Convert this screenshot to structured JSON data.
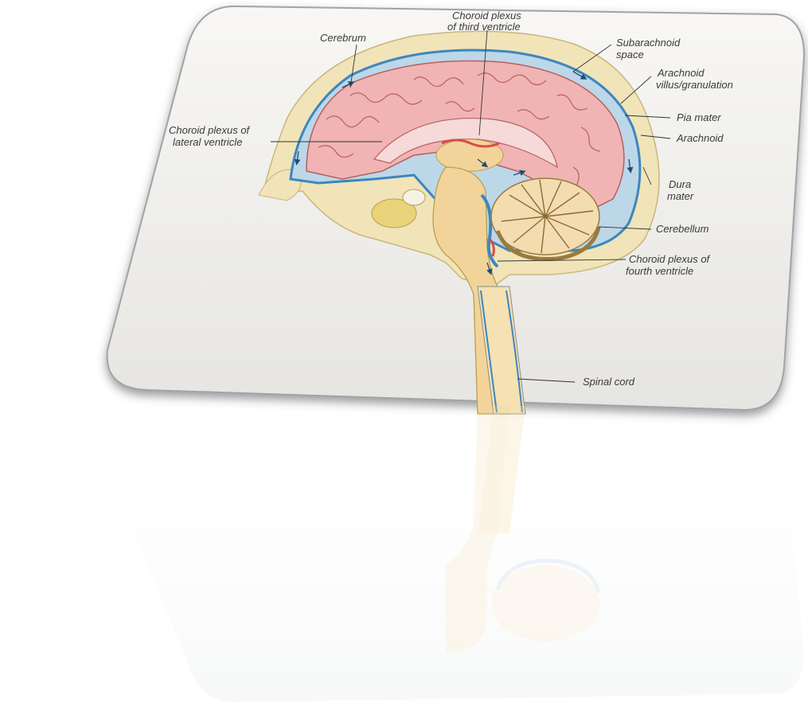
{
  "diagram": {
    "labels": {
      "choroid_third": [
        "Choroid plexus",
        "of third ventricle"
      ],
      "cerebrum": "Cerebrum",
      "subarachnoid": [
        "Subarachnoid",
        "space"
      ],
      "arachnoid_villus": [
        "Arachnoid",
        "villus/granulation"
      ],
      "pia_mater": "Pia mater",
      "arachnoid": "Arachnoid",
      "choroid_lateral": [
        "Choroid plexus of",
        "lateral ventricle"
      ],
      "dura_mater": [
        "Dura",
        "mater"
      ],
      "cerebellum": "Cerebellum",
      "choroid_fourth": [
        "Choroid plexus of",
        "fourth ventricle"
      ],
      "spinal_cord": "Spinal cord"
    },
    "colors": {
      "card": "#f2f1ee",
      "skull": "#f1e4b8",
      "csf": "#bcd7e8",
      "csf_flow": "#3c87bf",
      "cerebrum": "#f0b4b4",
      "cerebrum_folds": "#b85f5f",
      "brainstem": "#f2d49a",
      "cerebellum": "#f3dcb0",
      "choroid": "#d84c4c"
    }
  }
}
